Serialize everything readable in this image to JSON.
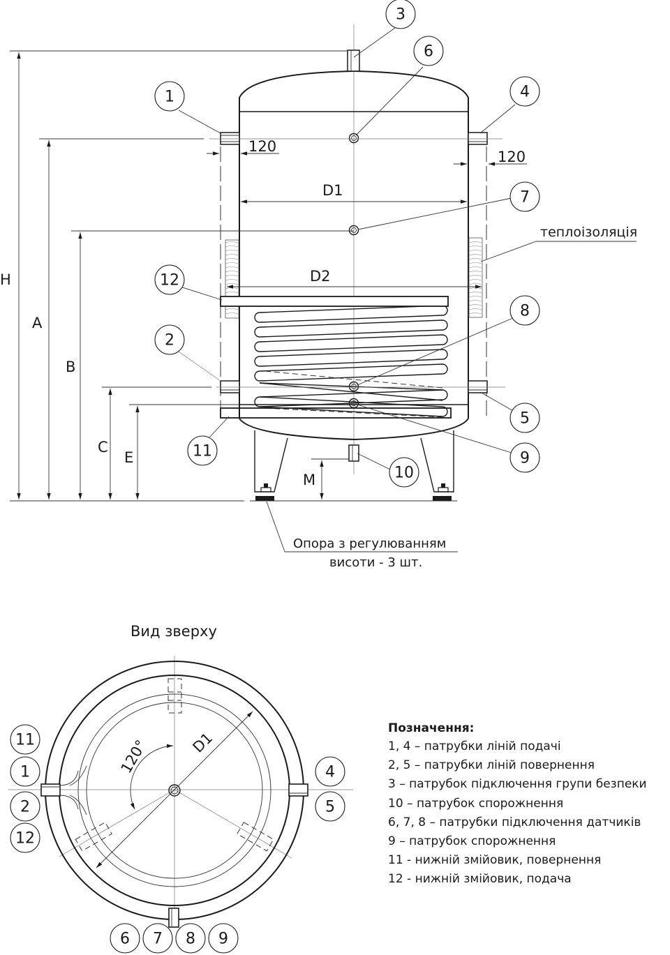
{
  "side_view": {
    "callouts": [
      "1",
      "2",
      "3",
      "4",
      "5",
      "6",
      "7",
      "8",
      "9",
      "10",
      "11",
      "12"
    ],
    "dimensions": {
      "H": "H",
      "A": "A",
      "B": "B",
      "C": "C",
      "E": "E",
      "M": "M",
      "D1": "D1",
      "D2": "D2",
      "offset_left": "120",
      "offset_right": "120"
    },
    "insulation_label": "теплоізоляція",
    "support_label_line1": "Опора з регулюванням",
    "support_label_line2": "висоти - 3 шт."
  },
  "top_view": {
    "title": "Вид зверху",
    "angle_label": "120°",
    "diameter_label": "D1",
    "callouts_left": [
      "11",
      "1",
      "2",
      "12"
    ],
    "callouts_right": [
      "4",
      "5"
    ],
    "callouts_bottom": [
      "6",
      "7",
      "8",
      "9"
    ]
  },
  "legend": {
    "title": "Позначення:",
    "items": [
      "1, 4 – патрубки ліній подачі",
      "2, 5 – патрубки ліній повернення",
      "3 – патрубок підключення групи безпеки",
      "10 – патрубок спорожнення",
      "6, 7, 8 – патрубки підключення датчиків",
      "9 – патрубок спорожнення",
      "11 - нижній змійовик, повернення",
      "12 - нижній змійовик, подача"
    ]
  }
}
